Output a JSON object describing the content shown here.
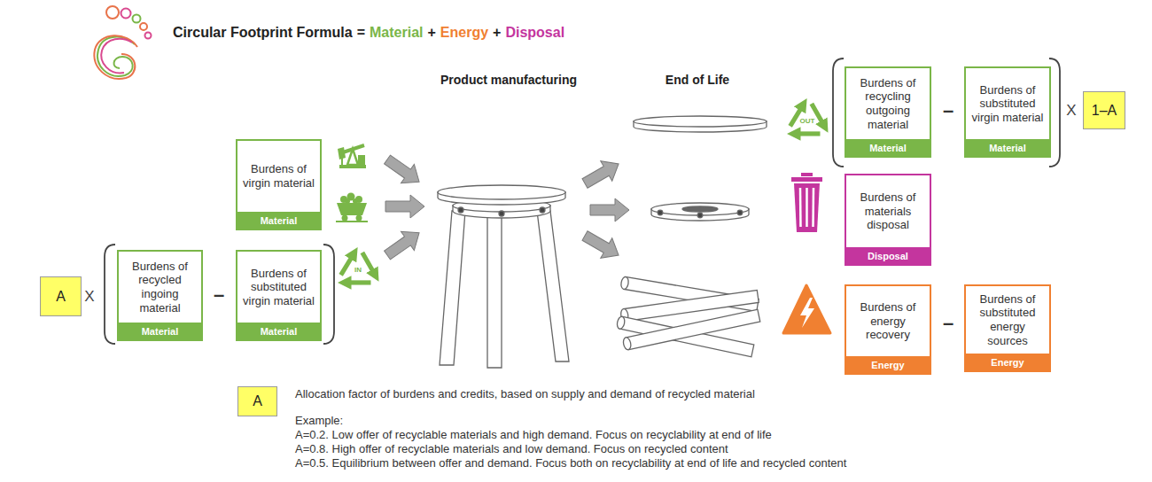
{
  "diagram": {
    "title": "Circular Footprint Formula",
    "nodes": [
      {
        "text": [
          "Burdens of virgin material",
          "Material"
        ]
      },
      {
        "text": [
          "A"
        ]
      },
      {
        "text": [
          "Burdens of recycled ingoing material",
          "Material"
        ]
      },
      {
        "text": [
          "Burdens of substituted virgin material",
          "Material"
        ]
      },
      {
        "text": [
          "Burdens of recycling outgoing material",
          "Material"
        ]
      },
      {
        "text": [
          "Burdens of substituted virgin material",
          "Material"
        ]
      },
      {
        "text": [
          "1–A"
        ]
      },
      {
        "text": [
          "Burdens of materials disposal",
          "Disposal"
        ]
      },
      {
        "text": [
          "Burdens of energy recovery",
          "Energy"
        ]
      },
      {
        "text": [
          "Burdens of substituted energy sources",
          "Energy"
        ]
      },
      {
        "text": [
          "A"
        ]
      }
    ],
    "labels": [
      "=",
      "Material",
      "+",
      "Energy",
      "+",
      "Disposal",
      "Product manufacturing",
      "End of Life",
      "X",
      "–",
      "IN",
      "OUT",
      "–",
      "X",
      "–",
      "Allocation factor of burdens and credits, based on supply and demand of recycled material",
      "Example:",
      "A=0.2. Low offer of recyclable materials and high demand. Focus on recyclability at end of life",
      "A=0.8. High offer of recyclable materials and low demand. Focus on recycled content",
      "A=0.5. Equilibrium between offer and demand. Focus both on recyclability at end of life and recycled content"
    ]
  }
}
